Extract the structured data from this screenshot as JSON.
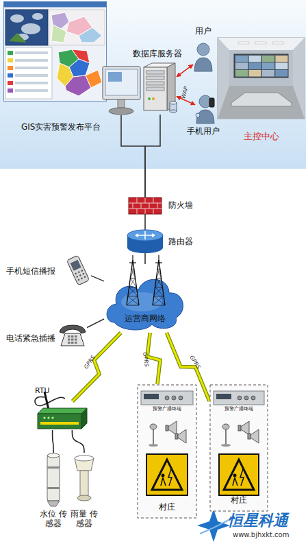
{
  "diagram": {
    "nodes": [
      {
        "text": [
          "GIS实害预警发布平台"
        ]
      },
      {
        "text": [
          "数据库服务器"
        ]
      },
      {
        "text": [
          "用户"
        ]
      },
      {
        "text": [
          "手机用户"
        ]
      },
      {
        "text": [
          "主控中心"
        ]
      },
      {
        "text": [
          "防火墙"
        ]
      },
      {
        "text": [
          "路由器"
        ]
      },
      {
        "text": [
          "运营商网络"
        ]
      },
      {
        "text": [
          "手机短信播报"
        ]
      },
      {
        "text": [
          "电话紧急插播"
        ]
      },
      {
        "text": [
          "RTU"
        ]
      },
      {
        "text": [
          "水位 传感器"
        ]
      },
      {
        "text": [
          "雨量 传感器"
        ]
      },
      {
        "text": [
          "预警广播终端",
          "村庄"
        ]
      },
      {
        "text": [
          "预警广播终端",
          "村庄"
        ]
      }
    ],
    "edges": [
      {
        "from": 0,
        "to": 5,
        "arrow": "none"
      },
      {
        "from": 1,
        "to": 5,
        "arrow": "none"
      },
      {
        "from": 1,
        "to": 2,
        "arrow": "both"
      },
      {
        "from": 1,
        "to": 3,
        "label": "WAP",
        "arrow": "both"
      },
      {
        "from": 5,
        "to": 6,
        "arrow": "none"
      },
      {
        "from": 6,
        "to": 7,
        "arrow": "none"
      },
      {
        "from": 8,
        "to": 7,
        "arrow": "none"
      },
      {
        "from": 9,
        "to": 7,
        "arrow": "none"
      },
      {
        "from": 7,
        "to": 10,
        "label": "GPRS",
        "arrow": "none"
      },
      {
        "from": 7,
        "to": 13,
        "label": "GPRS",
        "arrow": "none"
      },
      {
        "from": 7,
        "to": 14,
        "label": "GPRS",
        "arrow": "none"
      },
      {
        "from": 10,
        "to": 11,
        "arrow": "none"
      },
      {
        "from": 10,
        "to": 12,
        "arrow": "none"
      }
    ],
    "labels": [
      "恒星科通",
      "www.bjhxkt.com"
    ]
  }
}
